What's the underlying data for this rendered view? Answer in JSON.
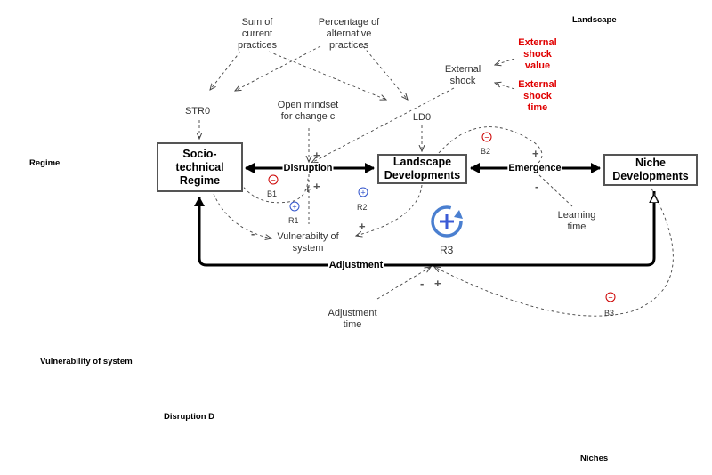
{
  "boxes": {
    "regime": "Socio-\ntechnical\nRegime",
    "landscape": "Landscape\nDevelopments",
    "niche": "Niche\nDevelopments"
  },
  "variables": {
    "sum_current": "Sum of\ncurrent\npractices",
    "percentage_alt": "Percentage of\nalternative\npractices",
    "external_shock": "External\nshock",
    "external_shock_value": "External\nshock\nvalue",
    "external_shock_time": "External\nshock\ntime",
    "str0": "STR0",
    "open_mindset": "Open mindset\nfor change c",
    "ld0": "LD0",
    "vulnerability": "Vulnerabilty of\nsystem",
    "learning_time": "Learning\ntime",
    "adjustment_time": "Adjustment\ntime"
  },
  "flow_labels": {
    "disruption": "Disruption",
    "emergence": "Emergence",
    "adjustment": "Adjustment"
  },
  "loops": {
    "b1": "B1",
    "r1": "R1",
    "r2": "R2",
    "b2": "B2",
    "r3": "R3",
    "b3": "B3"
  },
  "section_labels": {
    "landscape": "Landscape",
    "regime": "Regime",
    "vulnerability": "Vulnerability of system",
    "disruption": "Disruption D",
    "niches": "Niches"
  },
  "polarity": {
    "plus": "+",
    "minus": "-"
  },
  "colors": {
    "positive": "#3355cc",
    "negative": "#cc0000",
    "highlight": "#e00000"
  }
}
